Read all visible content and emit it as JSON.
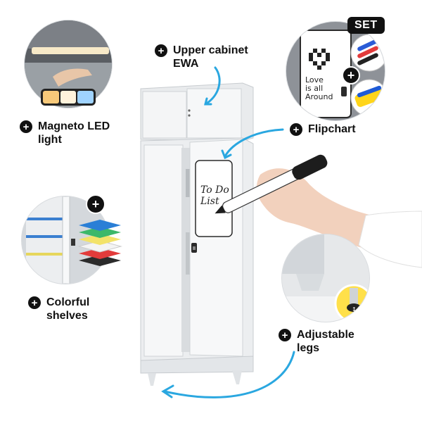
{
  "features": {
    "upper_cabinet": "Upper cabinet\nEWA",
    "magneto_led": "Magneto LED\nlight",
    "flipchart": "Flipchart",
    "colorful_shelves": "Colorful\nshelves",
    "adjustable_legs": "Adjustable\nlegs"
  },
  "plus_symbol": "+",
  "flipchart_set": {
    "badge": "SET",
    "board_text": "Love\nis all\nAround"
  },
  "cabinet_note": "To Do\nList",
  "colors": {
    "accent_arrow": "#2aa7e0",
    "shelf_colors": [
      "#2a7fd6",
      "#3cb86a",
      "#f3e36a",
      "#f4f4f4",
      "#e23b3b",
      "#2b2b2b"
    ],
    "led_warm": "#f7c97a",
    "led_cool": "#9fd3ff"
  },
  "icons": [
    "plus-icon",
    "curved-arrow-icon",
    "marker-icon",
    "eraser-icon",
    "pixel-heart-icon"
  ]
}
